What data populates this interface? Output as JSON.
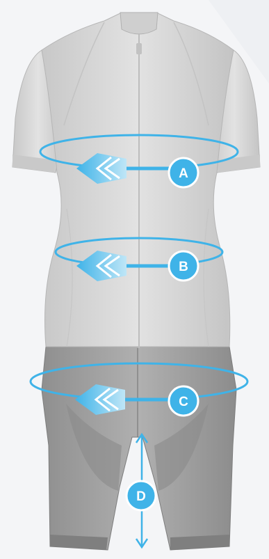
{
  "colors": {
    "background": "#f4f5f7",
    "jersey": "#d9d9d9",
    "shorts": "#9e9e9e",
    "accent": "#3fb3e8"
  },
  "measurements": [
    {
      "id": "A",
      "label": "A",
      "icon": "chest-measure-arrow-icon"
    },
    {
      "id": "B",
      "label": "B",
      "icon": "waist-measure-arrow-icon"
    },
    {
      "id": "C",
      "label": "C",
      "icon": "hip-measure-arrow-icon"
    },
    {
      "id": "D",
      "label": "D",
      "icon": "inseam-measure-arrow-icon"
    }
  ]
}
